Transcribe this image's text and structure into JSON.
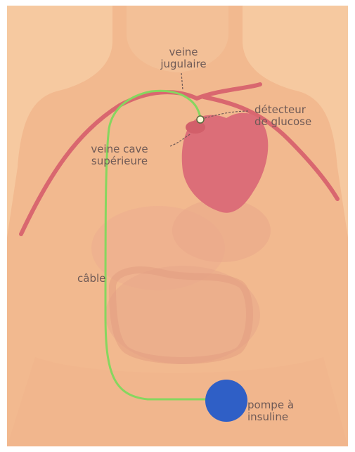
{
  "labels": {
    "jugular": "veine\njugulaire",
    "detector": "détecteur\nde glucose",
    "vena_cava": "veine cave\nsupérieure",
    "cable": "câble",
    "pump": "pompe à\ninsuline"
  },
  "colors": {
    "background": "#f6c9a0",
    "body": "#f2b98f",
    "vein": "#d9676f",
    "heart": "#dc6e78",
    "cable": "#86d65f",
    "pump": "#2f5fc6",
    "label_text": "#6f5a56"
  }
}
